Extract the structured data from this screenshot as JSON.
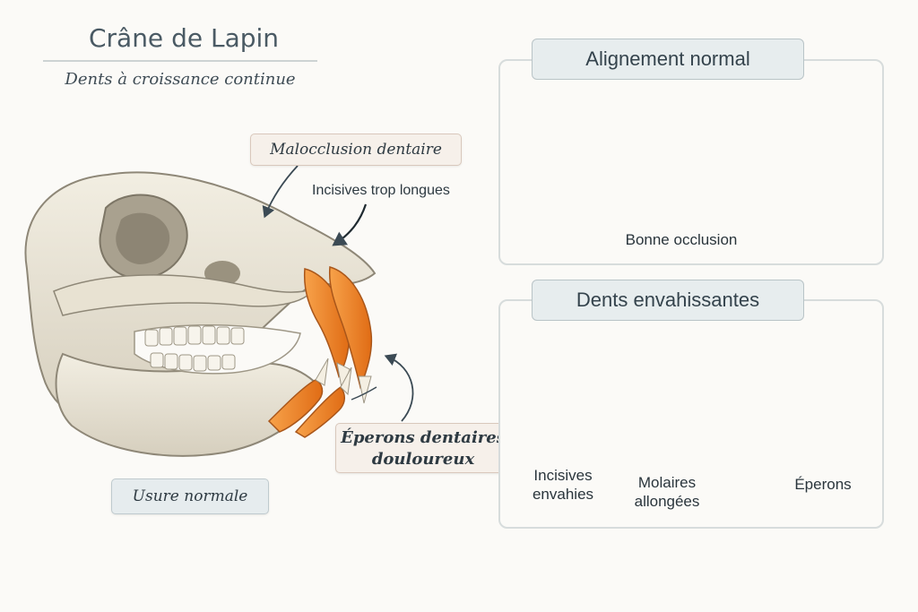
{
  "header": {
    "title": "Crâne de Lapin",
    "subtitle": "Dents à croissance continue"
  },
  "skull": {
    "malocclusion_label": "Malocclusion dentaire",
    "incisives_label": "Incisives trop longues",
    "eperons_label": "Éperons dentaires douloureux",
    "eperons_line1": "Éperons dentaires",
    "eperons_line2": "douloureux",
    "usure_label": "Usure normale"
  },
  "panel_normal": {
    "title": "Alignement normal",
    "caption": "Bonne occlusion"
  },
  "panel_invasive": {
    "title": "Dents envahissantes",
    "annotations": {
      "incisives_line1": "Incisives",
      "incisives_line2": "envahies",
      "molaires_line1": "Molaires",
      "molaires_line2": "allongées",
      "eperons": "Éperons"
    }
  },
  "colors": {
    "bone": "#ece6d6",
    "bone_shadow": "#b9b2a0",
    "incisor_highlight": "#f08a2c",
    "gum": "#eaa9a3",
    "tooth": "#f6f4ee",
    "panel_header": "#e7edee"
  }
}
